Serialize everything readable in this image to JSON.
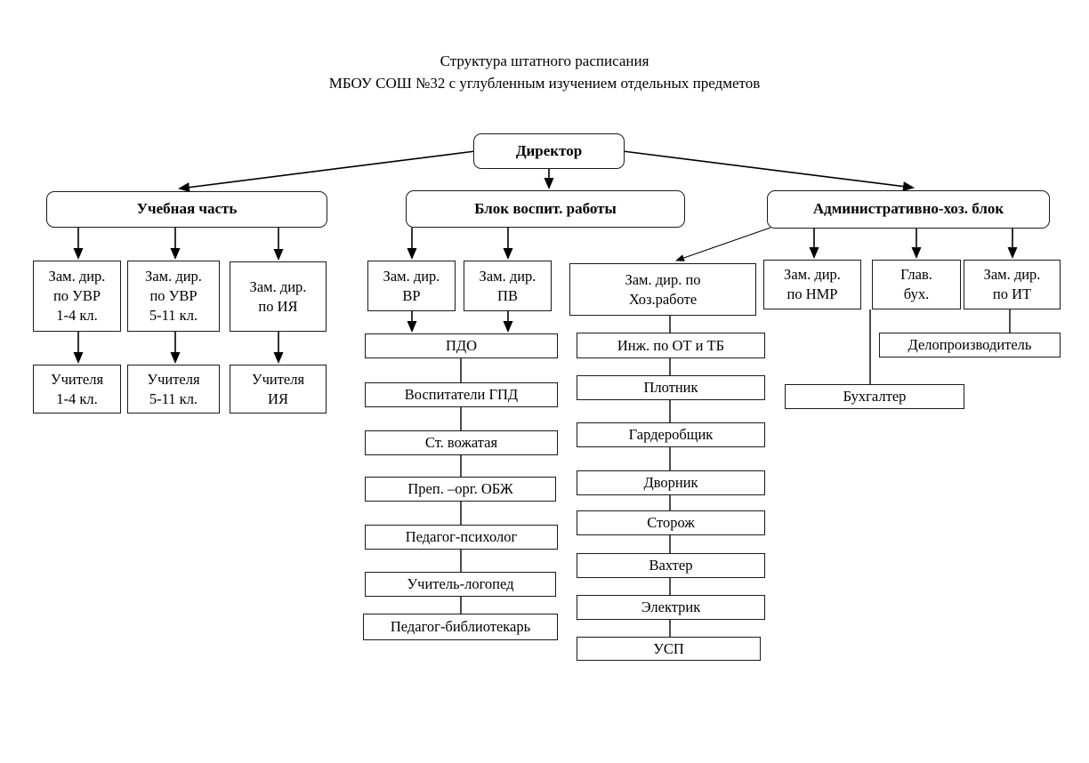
{
  "title": {
    "text": "Структура штатного расписания\nМБОУ СОШ №32 с углубленным изучением отдельных предметов"
  },
  "nodes": {
    "director": "Директор",
    "uchebnaya": "Учебная часть",
    "vospit": "Блок воспит. работы",
    "admin": "Административно-хоз. блок",
    "uvr14": "Зам. дир.\nпо УВР\n1-4 кл.",
    "uvr511": "Зам. дир.\nпо УВР\n5-11 кл.",
    "iya": "Зам. дир.\nпо ИЯ",
    "teachers14": "Учителя\n1-4 кл.",
    "teachers511": "Учителя\n5-11 кл.",
    "teachersiya": "Учителя\nИЯ",
    "vr": "Зам. дир.\nВР",
    "pv": "Зам. дир.\nПВ",
    "pdo": "ПДО",
    "gpd": "Воспитатели ГПД",
    "vozhataya": "Ст. вожатая",
    "obzh": "Преп. –орг. ОБЖ",
    "psiholog": "Педагог-психолог",
    "logoped": "Учитель-логопед",
    "bibliotekar": "Педагог-библиотекарь",
    "hoz": "Зам. дир. по\nХоз.работе",
    "nmr": "Зам. дир.\nпо НМР",
    "glavbuh": "Глав.\nбух.",
    "it": "Зам. дир.\nпо ИТ",
    "ottb": "Инж. по ОТ и ТБ",
    "plotnik": "Плотник",
    "garderob": "Гардеробщик",
    "dvornik": "Дворник",
    "storozh": "Сторож",
    "vahter": "Вахтер",
    "elektrik": "Электрик",
    "usp": "УСП",
    "delopro": "Делопроизводитель",
    "buhgalter": "Бухгалтер"
  },
  "colors": {
    "line": "#000000",
    "border": "#1a1a1a",
    "background": "#ffffff",
    "text": "#000000"
  }
}
